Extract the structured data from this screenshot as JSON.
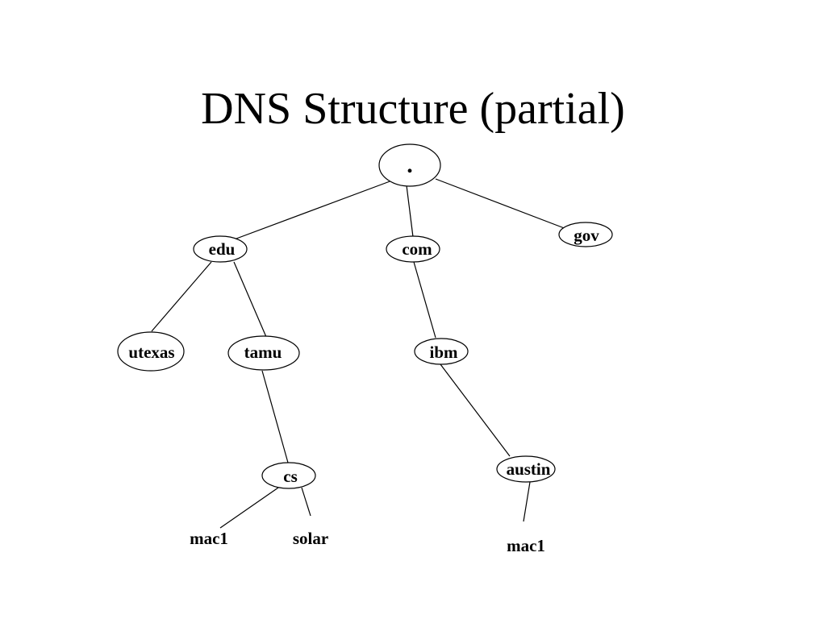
{
  "title": "DNS Structure (partial)",
  "tree": {
    "root": ".",
    "nodes": {
      "edu": "edu",
      "com": "com",
      "gov": "gov",
      "utexas": "utexas",
      "tamu": "tamu",
      "ibm": "ibm",
      "cs": "cs",
      "austin": "austin",
      "cs_mac1": "mac1",
      "solar": "solar",
      "austin_mac1": "mac1"
    },
    "edges": [
      [
        ".",
        "edu"
      ],
      [
        ".",
        "com"
      ],
      [
        ".",
        "gov"
      ],
      [
        "edu",
        "utexas"
      ],
      [
        "edu",
        "tamu"
      ],
      [
        "com",
        "ibm"
      ],
      [
        "tamu",
        "cs"
      ],
      [
        "ibm",
        "austin"
      ],
      [
        "cs",
        "mac1"
      ],
      [
        "cs",
        "solar"
      ],
      [
        "austin",
        "mac1"
      ]
    ]
  }
}
